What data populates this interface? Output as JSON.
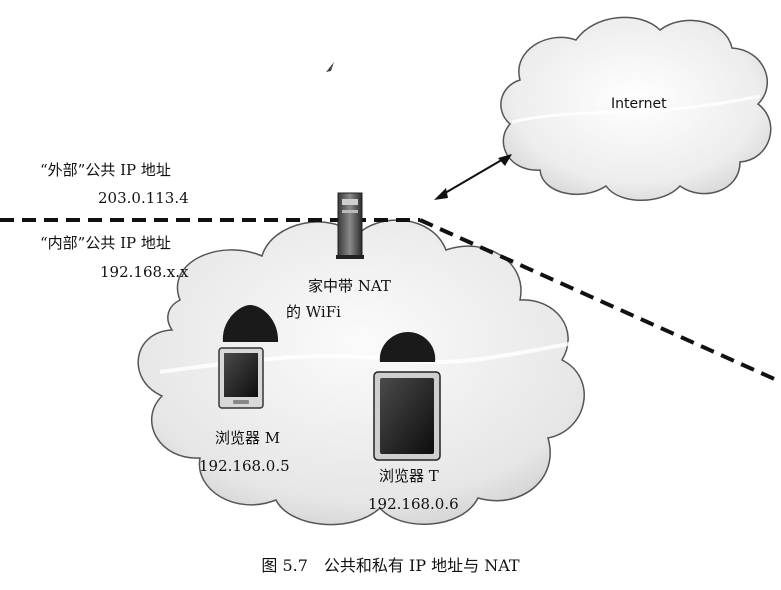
{
  "internet": {
    "label": "Internet"
  },
  "external": {
    "title": "“外部”公共 IP 地址",
    "ip": "203.0.113.4"
  },
  "internal": {
    "title": "“内部”公共 IP 地址",
    "ip": "192.168.x.x"
  },
  "router": {
    "line1": "家中带 NAT",
    "line2": "的 WiFi"
  },
  "browser_m": {
    "name": "浏览器 M",
    "ip": "192.168.0.5"
  },
  "browser_t": {
    "name": "浏览器 T",
    "ip": "192.168.0.6"
  },
  "caption": "图 5.7　公共和私有 IP 地址与 NAT"
}
